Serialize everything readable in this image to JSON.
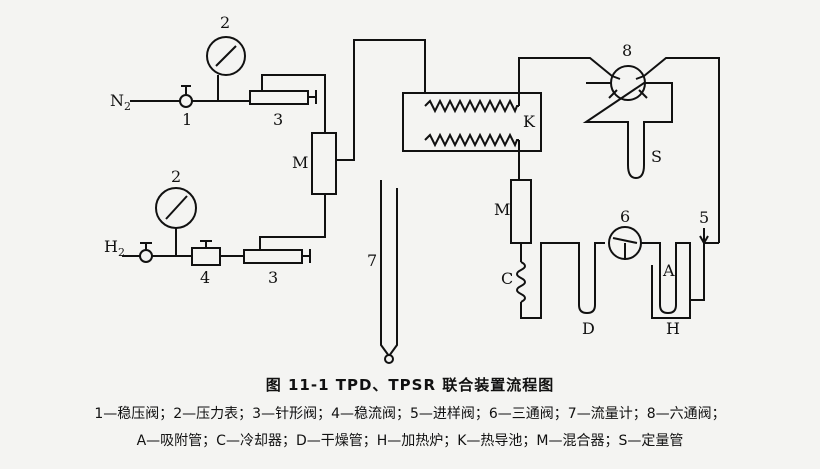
{
  "labels": {
    "n2_gas": "N",
    "n2_sub": "2",
    "h2_gas": "H",
    "h2_sub": "2",
    "num1": "1",
    "num2_top": "2",
    "num2_bottom": "2",
    "num3_top": "3",
    "num3_bottom": "3",
    "num4": "4",
    "num5": "5",
    "num6": "6",
    "num7": "7",
    "num8": "8",
    "M_mixer1": "M",
    "M_mixer2": "M",
    "K": "K",
    "S": "S",
    "C": "C",
    "D": "D",
    "A": "A",
    "H": "H"
  },
  "caption": {
    "title": "图 11-1   TPD、TPSR 联合装置流程图",
    "legend_line1": "1—稳压阀；2—压力表；3—针形阀；4—稳流阀；5—进样阀；6—三通阀；7—流量计；8—六通阀；",
    "legend_line2": "A—吸附管；C—冷却器；D—干燥管；H—加热炉；K—热导池；M—混合器；S—定量管"
  }
}
